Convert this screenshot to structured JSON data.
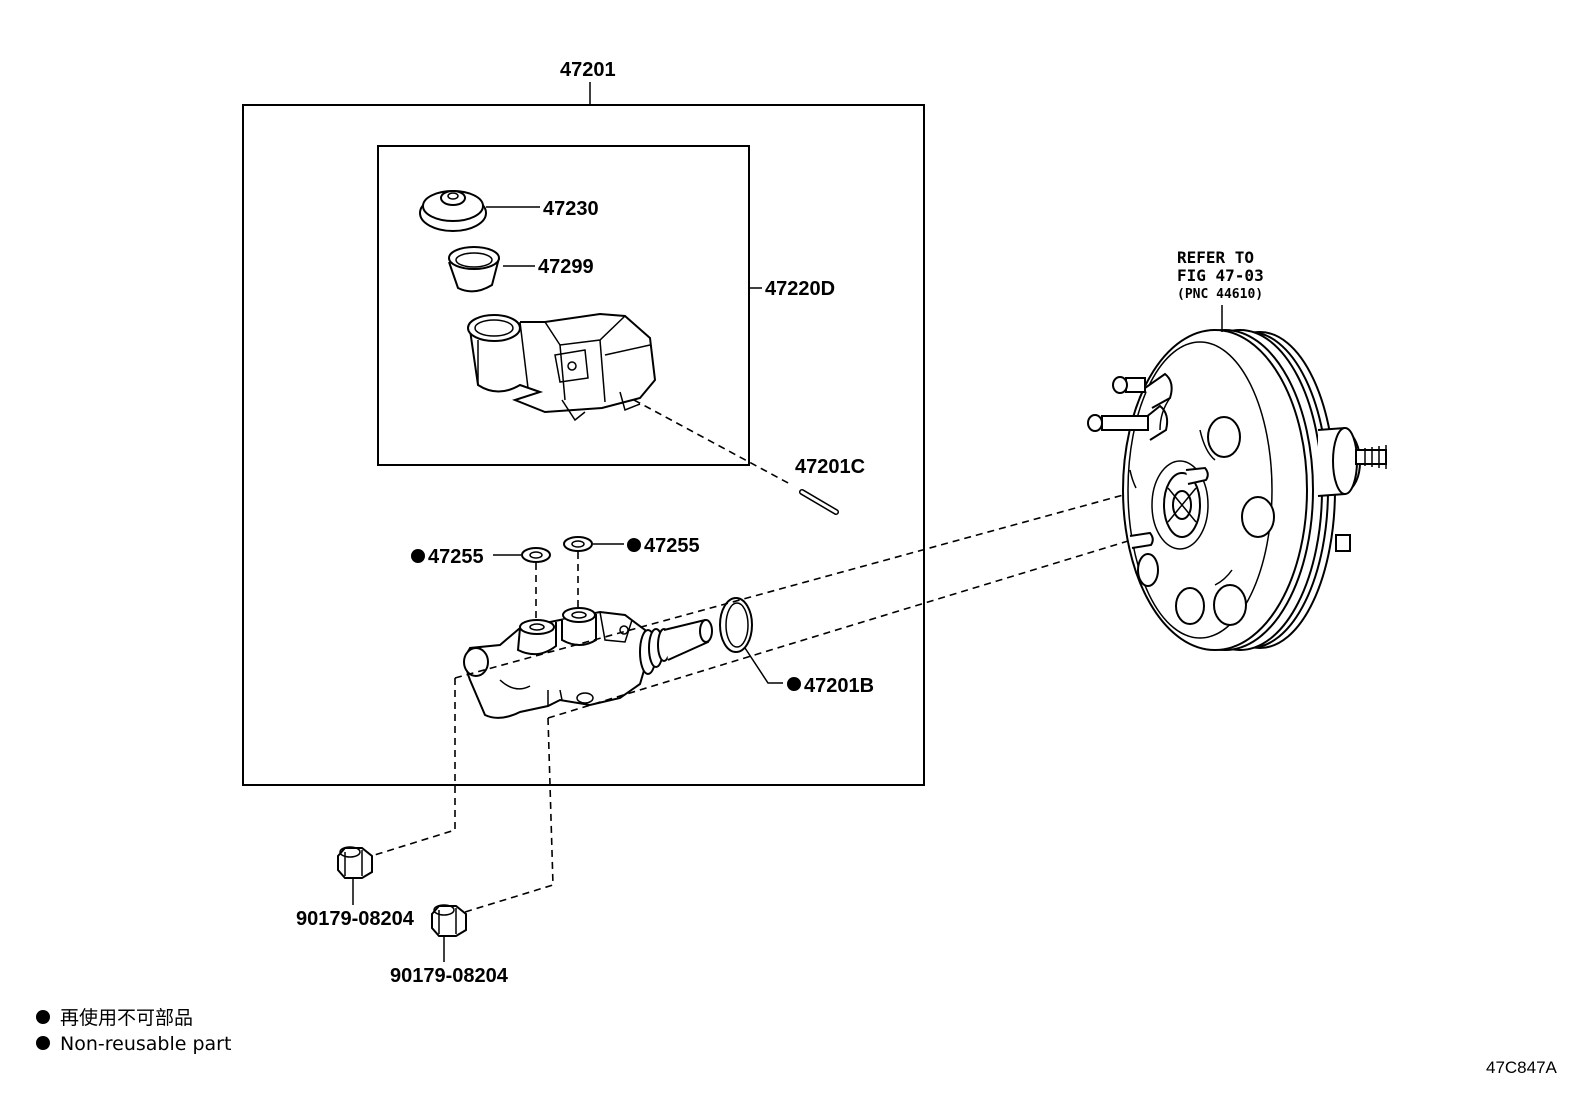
{
  "labels": {
    "assembly": "47201",
    "cap": "47230",
    "strainer": "47299",
    "reservoir": "47220D",
    "pin": "47201C",
    "grommet_left": "47255",
    "grommet_right": "47255",
    "oring": "47201B",
    "nut_left": "90179-08204",
    "nut_right": "90179-08204"
  },
  "refer": {
    "line1": "REFER TO",
    "line2": "FIG 47-03",
    "line3": "(PNC 44610)"
  },
  "legend": {
    "japanese": "再使用不可部品",
    "english": "Non-reusable part"
  },
  "diagram_code": "47C847A"
}
